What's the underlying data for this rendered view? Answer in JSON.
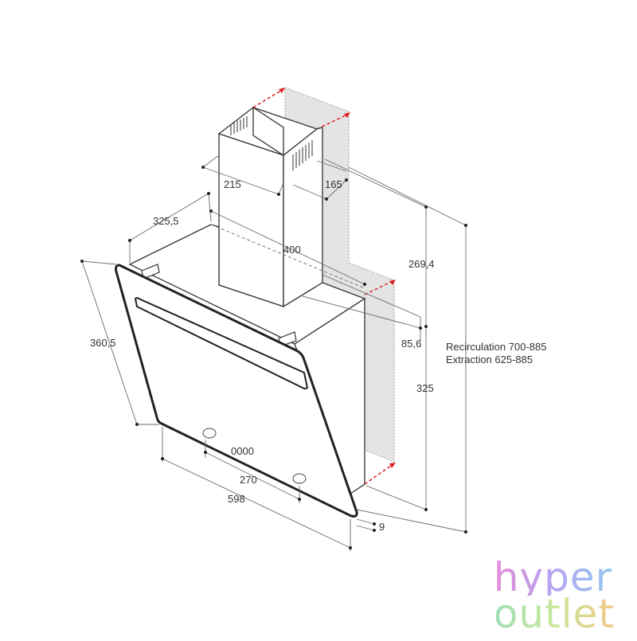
{
  "dimensions": {
    "chimney_width": "215",
    "chimney_depth": "165",
    "top_depth": "325,5",
    "hood_width_top": "400",
    "wall_offset": "85,6",
    "chimney_height": "269,4",
    "height_recirc_label": "Recirculation 700-885",
    "height_extract_label": "Extraction 625-885",
    "body_height": "325",
    "glass_height": "360,5",
    "controls_width": "270",
    "total_width": "598",
    "glass_thickness": "9",
    "display": "0000"
  },
  "logo": {
    "line1": "hyper",
    "line2": "outlet"
  },
  "colors": {
    "line": "#333333",
    "dim_line": "#6a6a6a",
    "arrow": "#e02020",
    "wall": "#e2e2e2"
  }
}
